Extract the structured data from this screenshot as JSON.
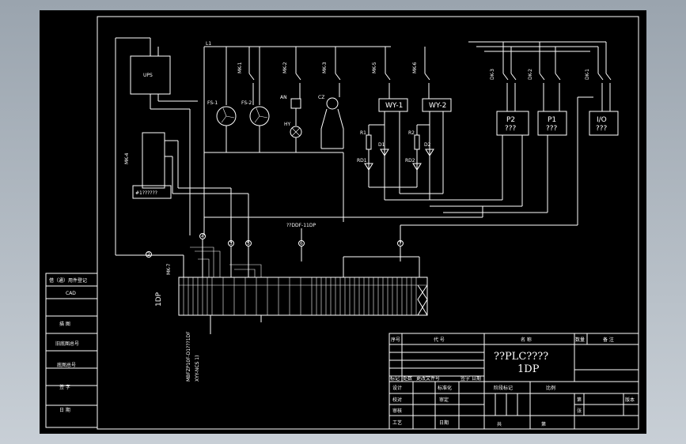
{
  "colors": {
    "background": "#000000",
    "line": "#ffffff",
    "window": "#a7b0b9"
  },
  "components": {
    "ups": "UPS",
    "fs1": "FS-1",
    "fs2": "FS-2",
    "an": "AN",
    "hy": "HY",
    "cz": "CZ",
    "wy1": "WY-1",
    "wy2": "WY-2",
    "r1": "R1",
    "r2": "R2",
    "d1": "D1",
    "d2": "D2",
    "rd1": "RD1",
    "rd2": "RD2",
    "p2": "P2",
    "p2_sub": "???",
    "p1": "P1",
    "p1_sub": "???",
    "io": "I/O",
    "io_sub": "???",
    "box_left": "#1??????",
    "mk4": "MK-4",
    "mk7": "MK-7",
    "label_1dp": "1DP",
    "fiber_label": "??DDF-11DP",
    "cable_label": "MBFZP10F-D1???1DF",
    "cable_sub": "XYY-NCS 1)",
    "mk": [
      "MK-1",
      "MK-2",
      "MK-3",
      "MK-5",
      "MK-6"
    ],
    "dk": [
      "DK-3",
      "DK-2",
      "DK-1"
    ],
    "markers": [
      "4",
      "3",
      "5",
      "2",
      "6",
      "7"
    ]
  },
  "sidebar_rows": [
    "借（通）用件登记",
    "CAD",
    "描  图",
    "旧底图总号",
    "底图总号",
    "签  字",
    "日  期"
  ],
  "title_block": {
    "col_seq": "序号",
    "col_code": "代  号",
    "col_name": "名  称",
    "col_qty": "数量",
    "col_note": "备  注",
    "drawing_title": "??PLC????",
    "drawing_subtitle": "1DP",
    "sign_headers": [
      "标记",
      "处数",
      "更改文件号",
      "签字",
      "日期"
    ],
    "roles": [
      "设计",
      "校对",
      "审核",
      "工艺"
    ],
    "role_right": [
      "标准化",
      "审定",
      "日期"
    ],
    "stage_label": "阶段标记",
    "scale_label": "比例",
    "total_label": "共",
    "sheet_label": "第",
    "page_label": "张",
    "version_label": "版本"
  }
}
